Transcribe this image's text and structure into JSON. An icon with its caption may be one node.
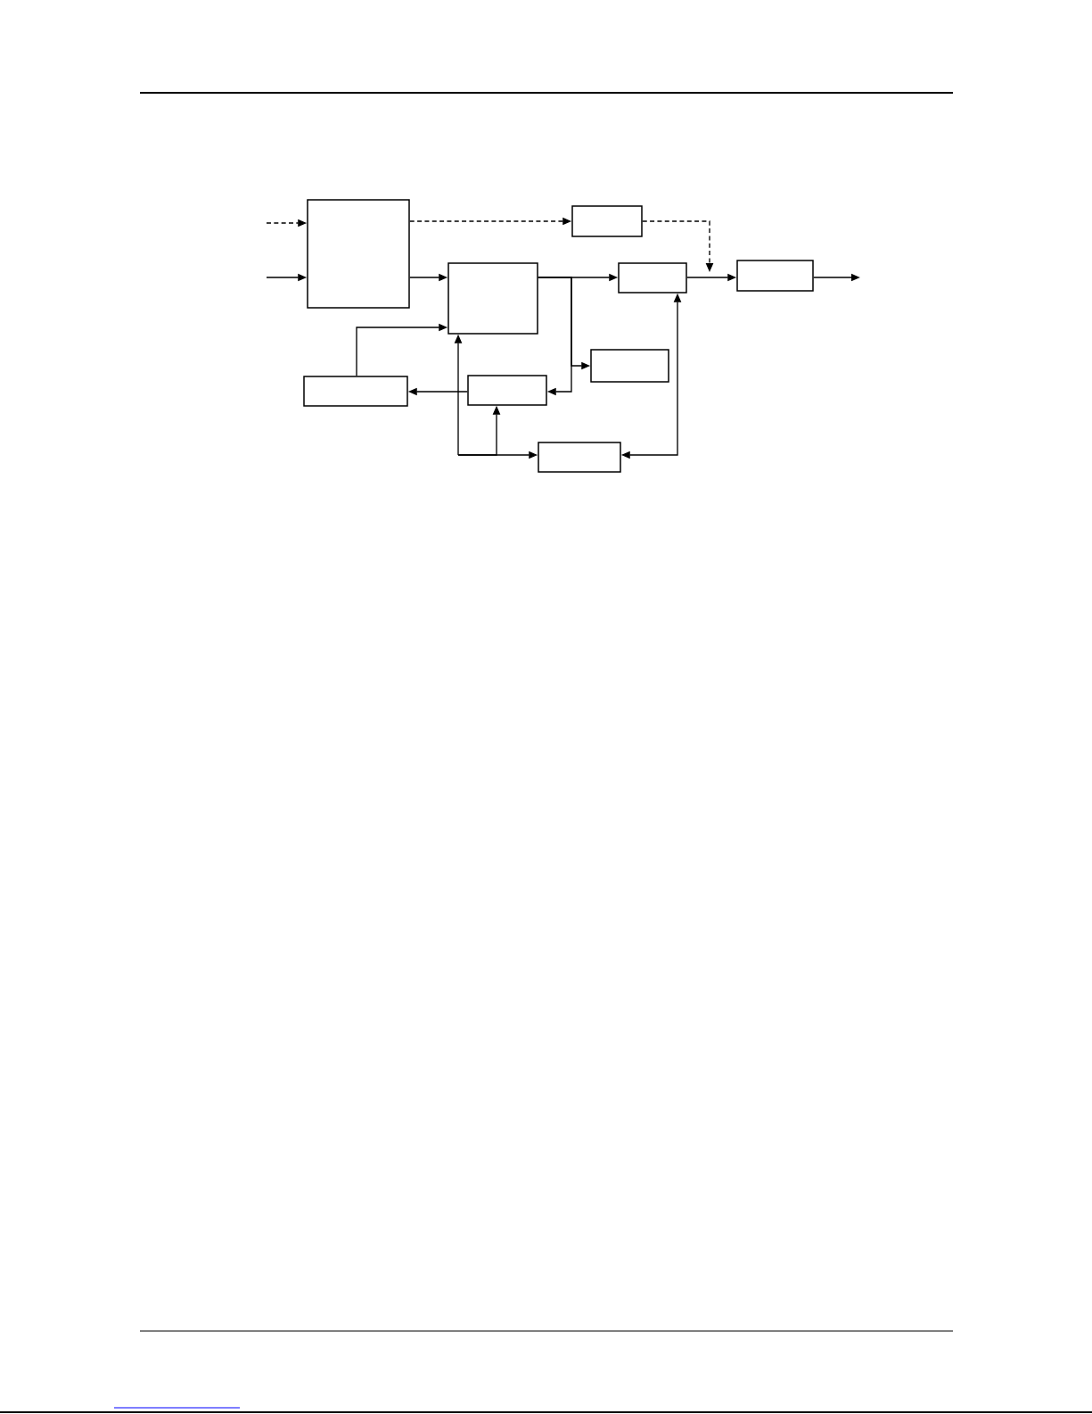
{
  "diagram": {
    "nodes": [
      {
        "text": [],
        "shape": "box"
      },
      {
        "text": [],
        "shape": "box"
      },
      {
        "text": [],
        "shape": "box"
      },
      {
        "text": [],
        "shape": "box"
      },
      {
        "text": [],
        "shape": "box"
      },
      {
        "text": [],
        "shape": "box"
      },
      {
        "text": [],
        "shape": "box"
      },
      {
        "text": [],
        "shape": "box"
      },
      {
        "text": [],
        "shape": "box"
      }
    ],
    "edges": [
      {
        "from": null,
        "to": 0,
        "arrow": "to",
        "style": "dashed"
      },
      {
        "from": null,
        "to": 0,
        "arrow": "to"
      },
      {
        "from": 0,
        "to": 1,
        "arrow": "to",
        "style": "dashed"
      },
      {
        "from": 0,
        "to": 2,
        "arrow": "to"
      },
      {
        "from": 2,
        "to": 3,
        "arrow": "to"
      },
      {
        "from": 1,
        "to": null,
        "arrow": "to",
        "style": "dashed"
      },
      {
        "from": 3,
        "to": 4,
        "arrow": "to"
      },
      {
        "from": 4,
        "to": null,
        "arrow": "to"
      },
      {
        "from": 2,
        "to": 5,
        "arrow": "to"
      },
      {
        "from": 2,
        "to": 7,
        "arrow": "to"
      },
      {
        "from": 7,
        "to": 6,
        "arrow": "to"
      },
      {
        "from": 6,
        "to": 2,
        "arrow": "to"
      },
      {
        "from": 8,
        "to": 3,
        "arrow": "both"
      },
      {
        "from": null,
        "to": 2,
        "arrow": "to"
      },
      {
        "from": null,
        "to": 7,
        "arrow": "to"
      },
      {
        "from": null,
        "to": 8,
        "arrow": "to"
      }
    ]
  }
}
